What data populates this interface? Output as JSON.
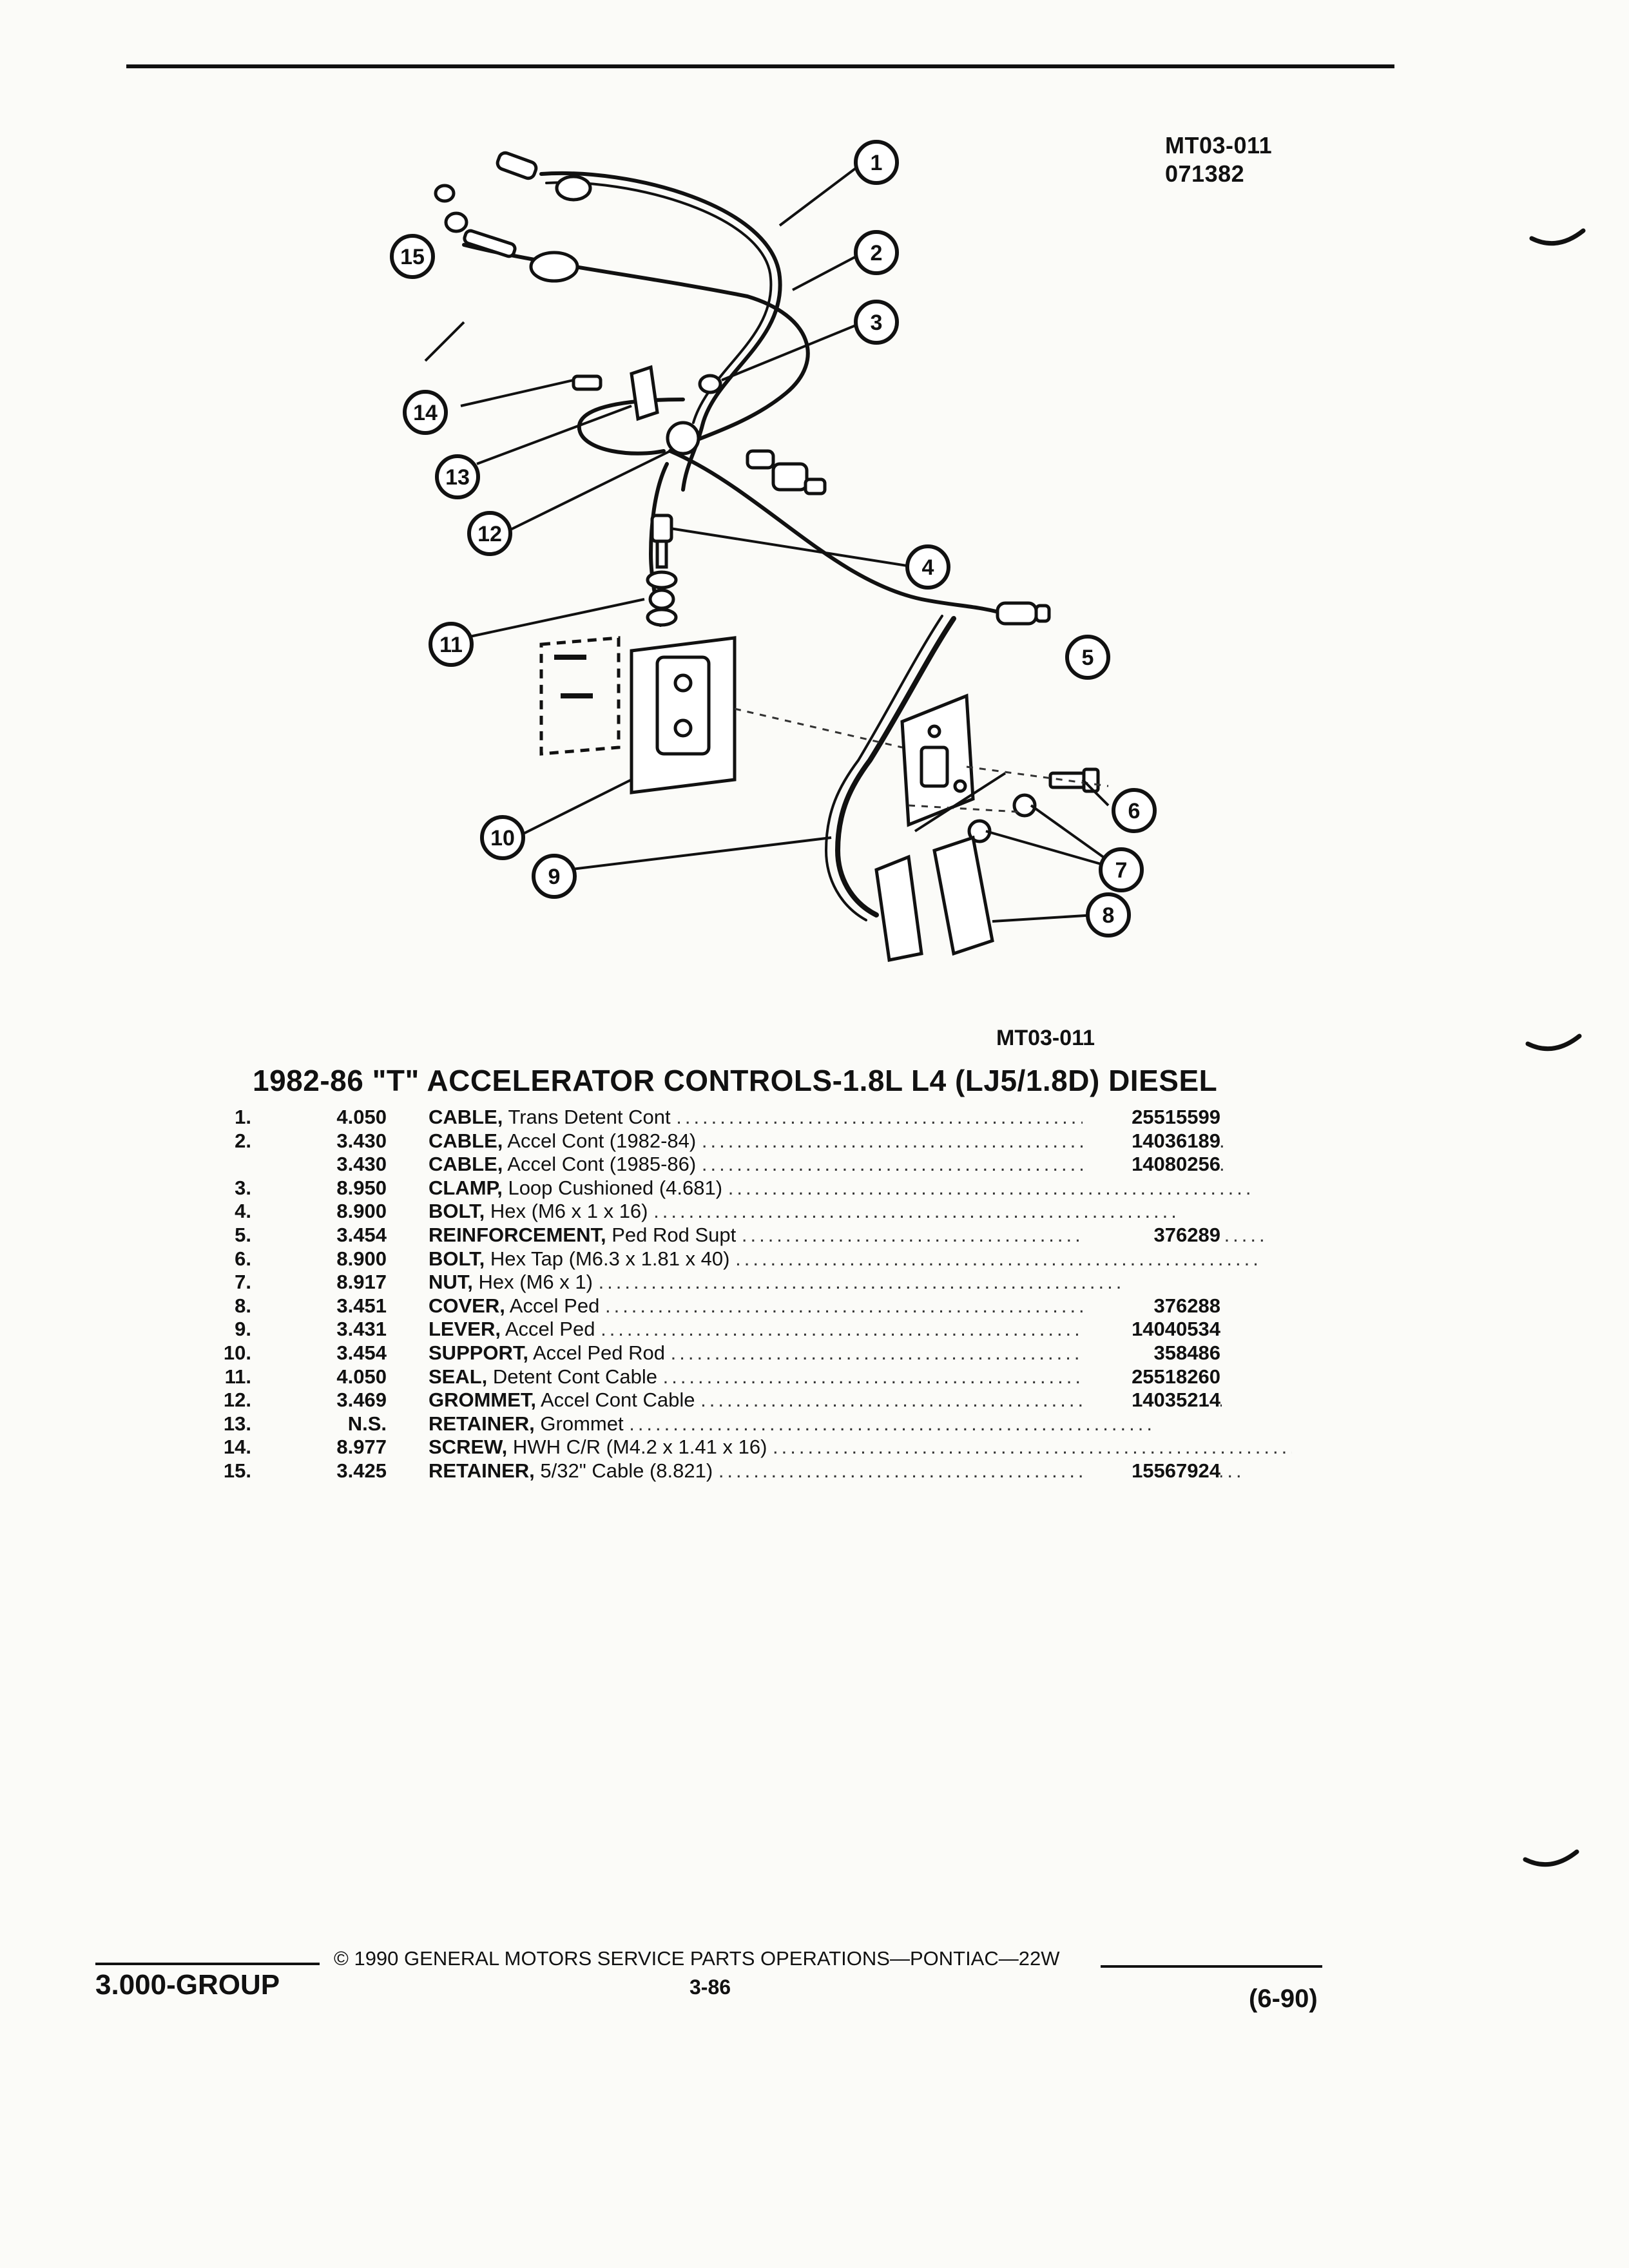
{
  "reference": {
    "line1": "MT03-011",
    "line2": "071382"
  },
  "figure_caption": "MT03-011",
  "title": "1982-86 \"T\" ACCELERATOR CONTROLS-1.8L L4 (LJ5/1.8D) DIESEL",
  "callouts": [
    "1",
    "2",
    "3",
    "4",
    "5",
    "6",
    "7",
    "8",
    "9",
    "10",
    "11",
    "12",
    "13",
    "14",
    "15"
  ],
  "parts": [
    {
      "no": "1.",
      "group": "4.050",
      "name": "CABLE,",
      "desc": "Trans Detent Cont",
      "part": "25515599"
    },
    {
      "no": "2.",
      "group": "3.430",
      "name": "CABLE,",
      "desc": "Accel Cont (1982-84)",
      "part": "14036189"
    },
    {
      "no": "",
      "group": "3.430",
      "name": "CABLE,",
      "desc": "Accel Cont (1985-86)",
      "part": "14080256"
    },
    {
      "no": "3.",
      "group": "8.950",
      "name": "CLAMP,",
      "desc": "Loop Cushioned (4.681)",
      "part": ""
    },
    {
      "no": "4.",
      "group": "8.900",
      "name": "BOLT,",
      "desc": "Hex (M6 x 1 x 16)",
      "part": ""
    },
    {
      "no": "5.",
      "group": "3.454",
      "name": "REINFORCEMENT,",
      "desc": "Ped Rod Supt",
      "part": "376289"
    },
    {
      "no": "6.",
      "group": "8.900",
      "name": "BOLT,",
      "desc": "Hex Tap (M6.3 x 1.81 x 40)",
      "part": ""
    },
    {
      "no": "7.",
      "group": "8.917",
      "name": "NUT,",
      "desc": "Hex (M6 x 1)",
      "part": ""
    },
    {
      "no": "8.",
      "group": "3.451",
      "name": "COVER,",
      "desc": "Accel Ped",
      "part": "376288"
    },
    {
      "no": "9.",
      "group": "3.431",
      "name": "LEVER,",
      "desc": "Accel Ped",
      "part": "14040534"
    },
    {
      "no": "10.",
      "group": "3.454",
      "name": "SUPPORT,",
      "desc": "Accel Ped Rod",
      "part": "358486"
    },
    {
      "no": "11.",
      "group": "4.050",
      "name": "SEAL,",
      "desc": "Detent Cont Cable",
      "part": "25518260"
    },
    {
      "no": "12.",
      "group": "3.469",
      "name": "GROMMET,",
      "desc": "Accel Cont Cable",
      "part": "14035214"
    },
    {
      "no": "13.",
      "group": "N.S.",
      "name": "RETAINER,",
      "desc": "Grommet",
      "part": ""
    },
    {
      "no": "14.",
      "group": "8.977",
      "name": "SCREW,",
      "desc": "HWH C/R (M4.2 x 1.41 x 16)",
      "part": ""
    },
    {
      "no": "15.",
      "group": "3.425",
      "name": "RETAINER,",
      "desc": "5/32\" Cable (8.821)",
      "part": "15567924"
    }
  ],
  "footer": {
    "group": "3.000-GROUP",
    "copyright": "© 1990 GENERAL MOTORS SERVICE PARTS OPERATIONS—PONTIAC—22W",
    "page": "3-86",
    "date": "(6-90)"
  }
}
